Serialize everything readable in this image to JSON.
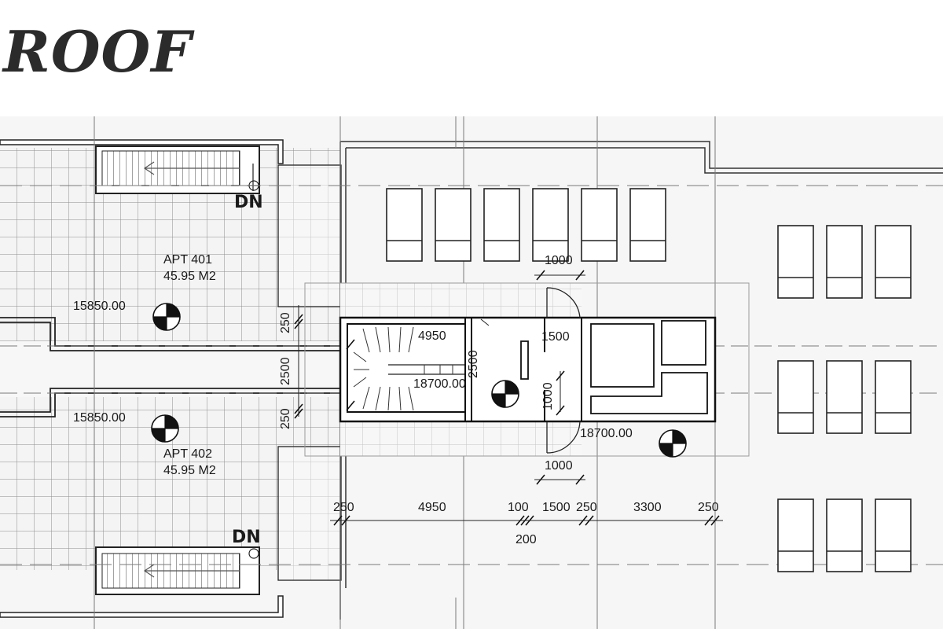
{
  "title": "ROOF",
  "colors": {
    "ink": "#1a1a1a",
    "paper": "#f6f6f6",
    "grid": "#8a8a8a",
    "title": "#2b2b2b"
  },
  "apartments": [
    {
      "name": "APT 401",
      "area": "45.95 M2",
      "level": "15850.00"
    },
    {
      "name": "APT 402",
      "area": "45.95 M2",
      "level": "15850.00"
    }
  ],
  "stair_labels": {
    "dn_top": "DN",
    "dn_bottom": "DN"
  },
  "core": {
    "stair_width": "4950",
    "stair_depth": "2500",
    "corridor_width": "1500",
    "corridor_depth": "1000",
    "level_stair": "18700.00",
    "level_roof": "18700.00"
  },
  "doors": {
    "top_opening": "1000",
    "bottom_opening": "1000"
  },
  "left_dims": {
    "top": "250",
    "middle": "2500",
    "bottom": "250"
  },
  "bottom_dims": {
    "d1": "250",
    "d2": "4950",
    "d3": "100",
    "d4": "1500",
    "d5": "250",
    "d6": "3300",
    "d7": "250",
    "below": "200"
  },
  "icons": [
    "level-marker-icon",
    "stair-arrow-icon",
    "sunbed-icon"
  ]
}
